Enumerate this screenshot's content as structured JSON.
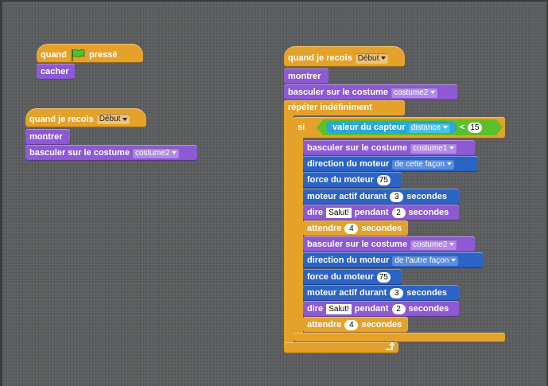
{
  "script1": {
    "hat_when": "quand",
    "hat_pressed": "pressé",
    "hide": "cacher"
  },
  "script2": {
    "hat_label": "quand je recois",
    "hat_value": "Début",
    "show": "montrer",
    "switch_label": "basculer sur le costume",
    "switch_value": "costume2"
  },
  "script3": {
    "hat_label": "quand je recois",
    "hat_value": "Début",
    "show": "montrer",
    "switch_label": "basculer sur le costume",
    "switch_value": "costume2",
    "forever": "répéter indéfiniment",
    "if": "si",
    "sensor_label": "valeur du capteur",
    "sensor_value": "distance",
    "lt": "<",
    "compare_value": "15",
    "inner": [
      {
        "kind": "switch",
        "label": "basculer sur le costume",
        "value": "costume1"
      },
      {
        "kind": "direction",
        "label": "direction du moteur",
        "value": "de cette façon"
      },
      {
        "kind": "power",
        "label": "force du moteur",
        "value": "75"
      },
      {
        "kind": "motor",
        "label": "moteur actif durant",
        "value": "3",
        "unit": "secondes"
      },
      {
        "kind": "say",
        "label": "dire",
        "value": "Salut!",
        "mid": "pendant",
        "num": "2",
        "unit": "secondes"
      },
      {
        "kind": "wait",
        "label": "attendre",
        "value": "4",
        "unit": "secondes"
      },
      {
        "kind": "switch",
        "label": "basculer sur le costume",
        "value": "costume2"
      },
      {
        "kind": "direction",
        "label": "direction du moteur",
        "value": "de l'autre façon"
      },
      {
        "kind": "power",
        "label": "force du moteur",
        "value": "75"
      },
      {
        "kind": "motor",
        "label": "moteur actif durant",
        "value": "3",
        "unit": "secondes"
      },
      {
        "kind": "say",
        "label": "dire",
        "value": "Salut!",
        "mid": "pendant",
        "num": "2",
        "unit": "secondes"
      },
      {
        "kind": "wait",
        "label": "attendre",
        "value": "4",
        "unit": "secondes"
      }
    ]
  },
  "colors": {
    "control": "#e5a22b",
    "looks": "#8d59d4",
    "motor": "#2c63c6",
    "sensing": "#2aa8d6",
    "operators": "#5cbf2c",
    "canvas": "#5d5e60"
  },
  "icons": {
    "green_flag": "green-flag-icon",
    "loop_arrow": "loop-arrow-icon"
  }
}
